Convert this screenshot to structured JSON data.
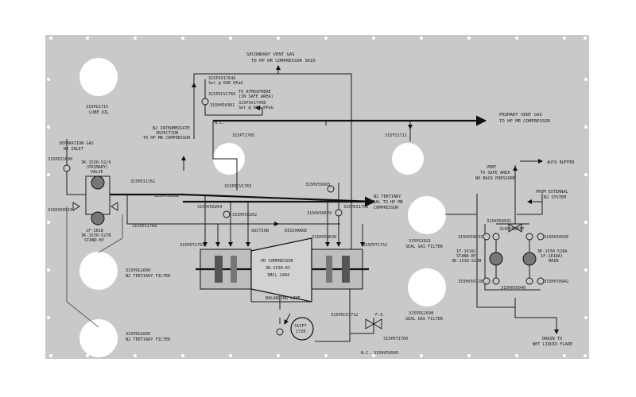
{
  "panel": {
    "labels": {
      "secondary_vent_1": "SECONDARY VENT GAS",
      "secondary_vent_2": "TO HP HR COMPRESSOR SKID",
      "lube_oil_tag": "315PG1715",
      "lube_oil": "LUBE OIL",
      "separation_gas_1": "SEPARATION GAS",
      "separation_gas_2": "N2 INLET",
      "filter_primary_1": "3K-1530-52/6",
      "filter_primary_2": "(PRIMARY)",
      "filter_primary_3": "VALVE",
      "filter_standby_1": "1F-1018",
      "filter_standby_2": "3K-1530-527B",
      "filter_standby_3": "STAND-BY",
      "tertiary_filter_a_tag": "315PDG1699",
      "tertiary_filter_a": "N2 TERTIARY FILTER",
      "tertiary_filter_b_tag": "315PDG1600",
      "tertiary_filter_b": "N2 TERTIARY FILTER",
      "intermediate_1": "N2 INTERMEDIATE",
      "intermediate_2": "INJECTION",
      "intermediate_3": "TO HP MR COMPRESSOR",
      "to_atmosphere_1": "TO ATMOSPHERE",
      "to_atmosphere_2": "(IN SAFE AREA)",
      "primary_vent_1": "PRIMARY VENT GAS",
      "primary_vent_2": "TO HP MR COMPRESSOR",
      "tertiary_seal_1": "N2 TERTIARY",
      "tertiary_seal_2": "SEAL TO HP MR",
      "tertiary_seal_3": "COMPRESSOR",
      "auto_buffer": "AUTO BUFFER",
      "vent_safe_1": "VENT",
      "vent_safe_2": "TO SAFE AREA",
      "vent_safe_3": "NO BACK PRESSURE",
      "from_external_1": "FROM EXTERNAL",
      "from_external_2": "N2 SYSTEM",
      "seal_gas_filter_a_tag": "315PG1921",
      "seal_gas_filter_a": "SEAL GAS FILTER",
      "seal_gas_filter_b_tag": "315PDG1698",
      "seal_gas_filter_b": "SEAL GAS FILTER",
      "standby_filter_1": "1F-1018/",
      "standby_filter_2": "STAND-BY",
      "standby_filter_3": "3K-1530-528B",
      "main_filter_1": "3K-1530-528A",
      "main_filter_2": "1F-1018A)",
      "main_filter_3": "MAIN",
      "compressor_1": "PR COMPRESSOR",
      "compressor_2": "3K-1530-K1",
      "compressor_3": "3MCL 1404",
      "suction": "SUCTION",
      "discharge": "DISCHARGE",
      "balancing_line": "BALANCING LINE",
      "transmitter_1": "315FT",
      "transmitter_2": "1720",
      "drain_1": "DRAIN TO",
      "drain_2": "WET LIQUID FLARE",
      "nc": "N.C.",
      "fo": "F.O."
    },
    "tags": {
      "t1": "315PSV1764A",
      "t1b": "Set @ 600 KPaG",
      "t2": "315PDCV1765",
      "t3": "315PSV1745B",
      "t3b": "Set @ 600 KPaG",
      "t4": "315HV50301",
      "t5": "315HV50915",
      "t6": "315PDI1600",
      "t7": "315PDI1761",
      "t8": "315HV50262",
      "t9": "315PDI1768",
      "t10": "315HV50264",
      "t11": "315HV50262",
      "t12": "315PDCV1763",
      "t13": "315PT1705",
      "t14": "315HV50603",
      "t15": "315PDI1755",
      "t16": "315HV50629",
      "t17": "315HV50630",
      "t18": "315FI1711",
      "t19": "315PDT1753",
      "t20": "315PDT1752",
      "t21": "315PDCV1712",
      "t22": "315PDT1760",
      "t23": "315HV50505",
      "t24": "315HV50931",
      "t25": "315HV50933",
      "t26": "315HV50936",
      "t27": "315HV50937",
      "t28": "315HV50728",
      "t29": "315HV50940",
      "t30": "315HV50942"
    }
  }
}
